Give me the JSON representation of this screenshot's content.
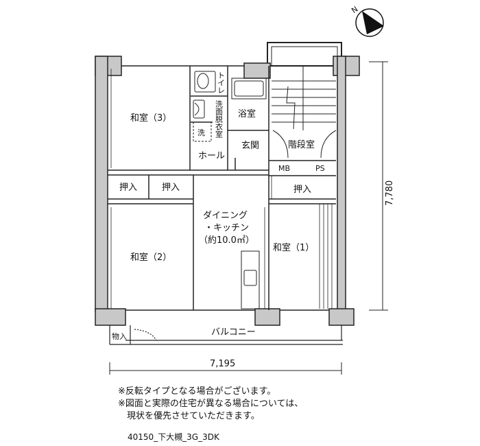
{
  "rooms": {
    "washitsu3": "和室（3）",
    "washitsu2": "和室（2）",
    "washitsu1": "和室（1）",
    "oshiire_a": "押入",
    "oshiire_b": "押入",
    "oshiire_c": "押入",
    "toilet": "トイレ",
    "senmen": "洗面脱衣室",
    "sen": "洗",
    "bath": "浴室",
    "hall": "ホール",
    "genkan": "玄関",
    "stairs": "階段室",
    "mb": "MB",
    "ps": "PS",
    "dk_line1": "ダイニング",
    "dk_line2": "・キッチン",
    "dk_line3": "（約10.0㎡）",
    "balcony": "バルコニー",
    "storage": "物入"
  },
  "dimensions": {
    "width": "7,195",
    "depth": "7,780"
  },
  "compass": {
    "north": "N",
    "icon": "north-arrow-icon"
  },
  "notes": [
    "※反転タイプとなる場合がございます。",
    "※図面と実際の住宅が異なる場合については、",
    "　現状を優先させていただきます。"
  ],
  "plan_code": "40150_下大槻_3G_3DK"
}
